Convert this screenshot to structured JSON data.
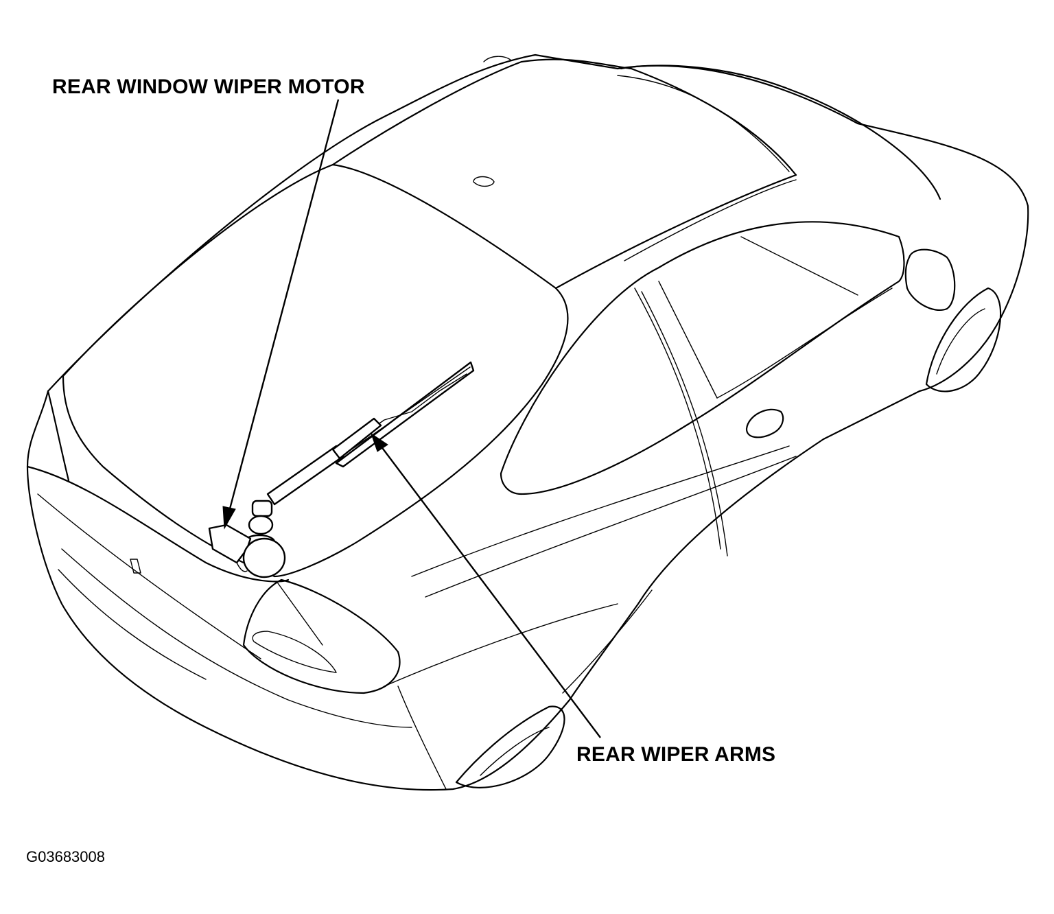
{
  "labels": {
    "wiper_motor": "REAR WINDOW WIPER MOTOR",
    "wiper_arms": "REAR WIPER ARMS"
  },
  "figure_id": "G03683008"
}
